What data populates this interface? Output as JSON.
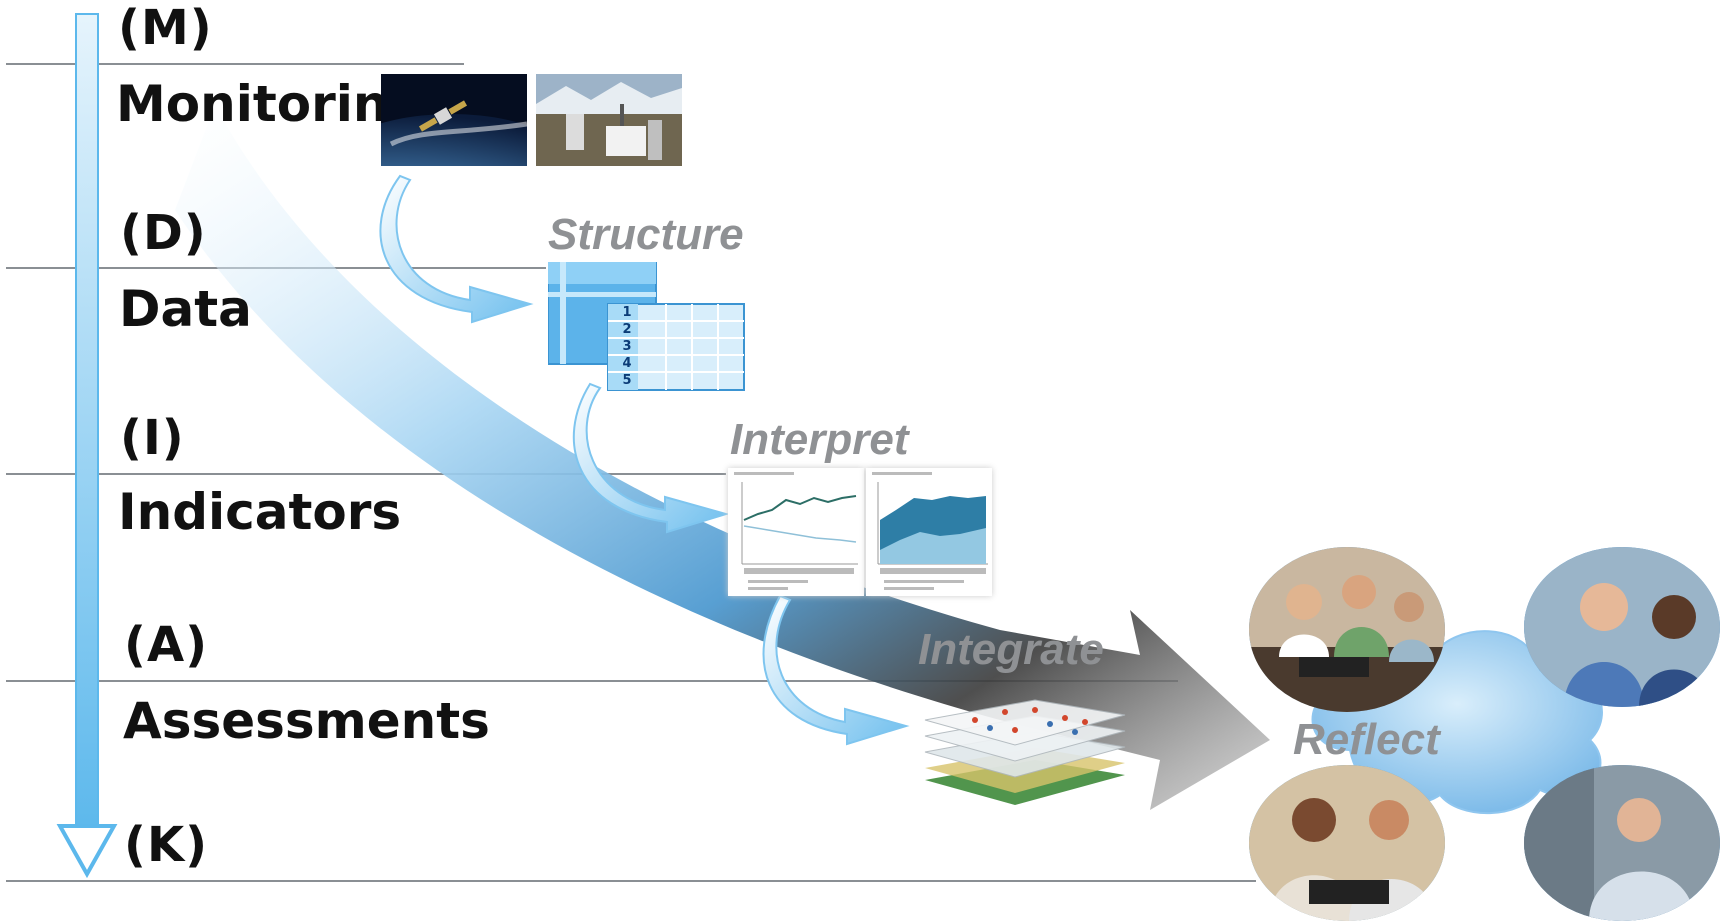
{
  "levels": [
    {
      "code": "(M)",
      "name": "Monitoring"
    },
    {
      "code": "(D)",
      "name": "Data"
    },
    {
      "code": "(I)",
      "name": "Indicators"
    },
    {
      "code": "(A)",
      "name": "Assessments"
    },
    {
      "code": "(K)",
      "name": ""
    }
  ],
  "steps": {
    "structure": "Structure",
    "interpret": "Interpret",
    "integrate": "Integrate",
    "reflect": "Reflect"
  },
  "table_rows": [
    "1",
    "2",
    "3",
    "4",
    "5"
  ],
  "colors": {
    "axis_arrow": "#5cb8ec",
    "flow_band": "#6fb6e4",
    "step_text": "#8f9194",
    "circle_ring": "#3a8fd6",
    "cloud": "#8fc6ef"
  },
  "icons": [
    "satellite-photo",
    "monitoring-station-photo",
    "table-icon",
    "chart-thumbnail",
    "map-layers-icon",
    "people-photo",
    "cloud-shape"
  ]
}
